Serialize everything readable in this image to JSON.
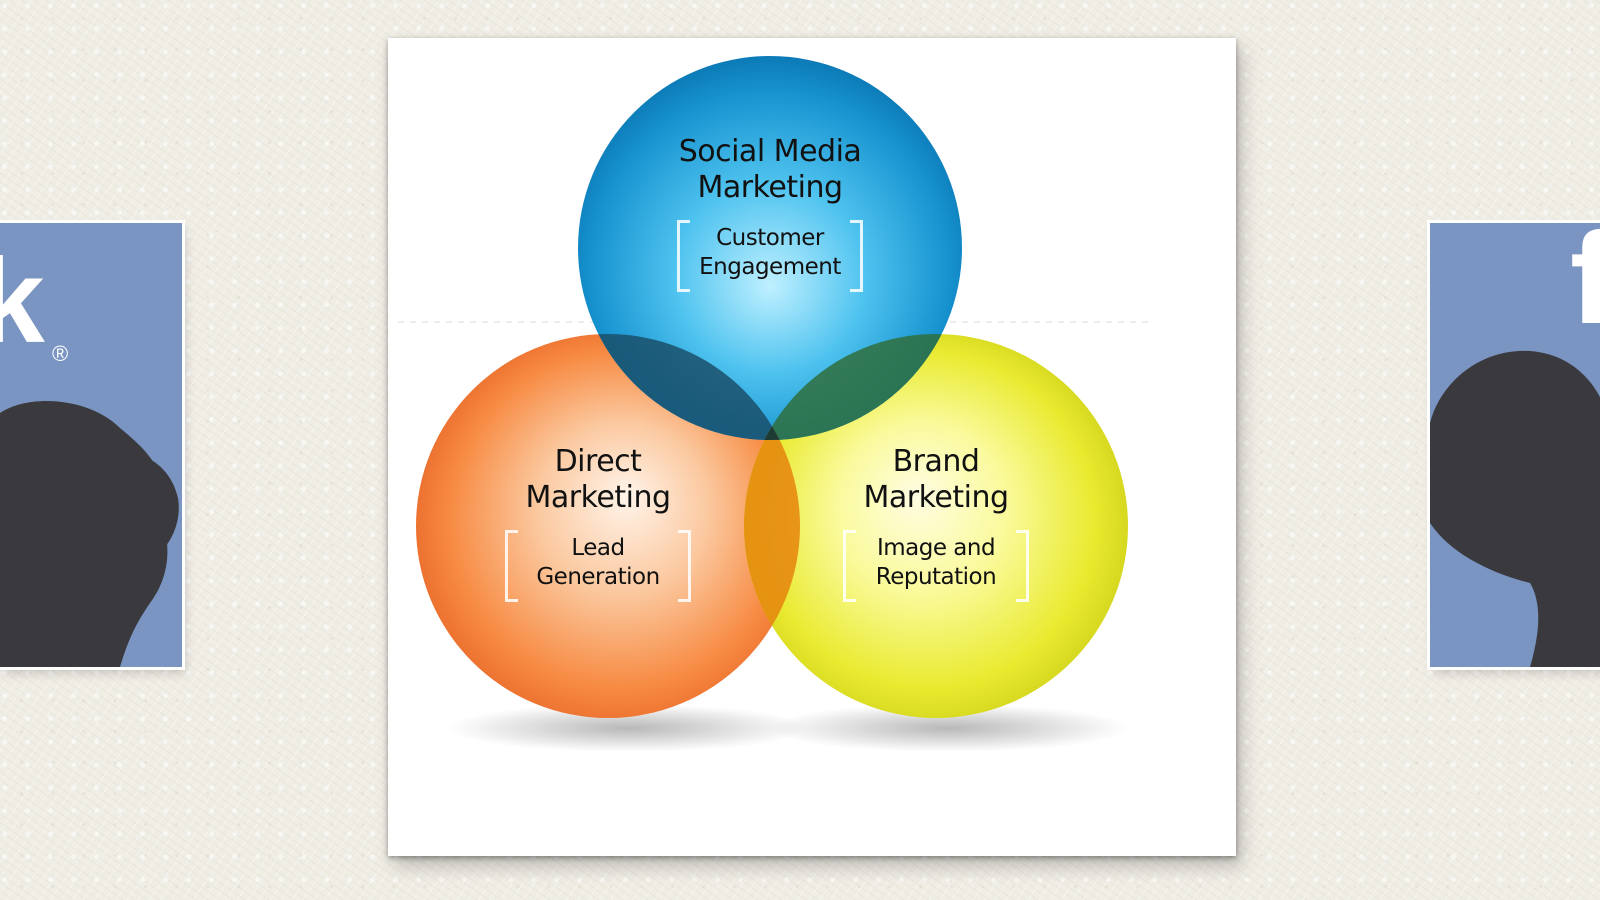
{
  "diagram": {
    "circles": [
      {
        "id": "social",
        "title": "Social Media\nMarketing",
        "subtitle": "Customer\nEngagement",
        "color": "#1f9ad6"
      },
      {
        "id": "direct",
        "title": "Direct\nMarketing",
        "subtitle": "Lead\nGeneration",
        "color": "#f58a3c"
      },
      {
        "id": "brand",
        "title": "Brand\nMarketing",
        "subtitle": "Image and\nReputation",
        "color": "#e8e82a"
      }
    ]
  },
  "colors": {
    "background": "#f0ede5",
    "side_panel_blue": "#7b95c2",
    "silhouette": "#3a3a3e"
  },
  "side_left": {
    "logo_fragment": "k",
    "trademark": "®"
  },
  "side_right": {
    "logo_fragment": "f"
  }
}
